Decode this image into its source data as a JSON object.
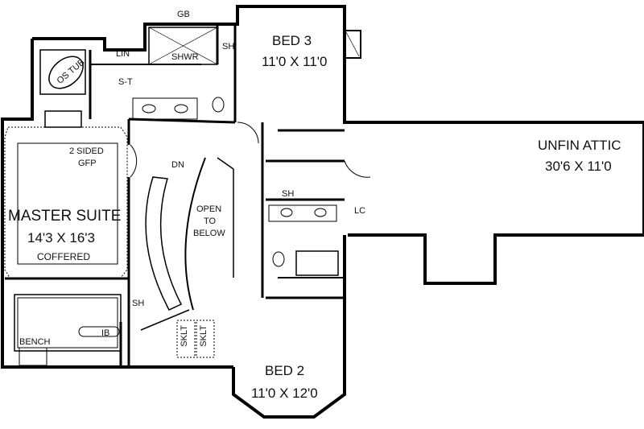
{
  "rooms": {
    "bed3": {
      "name": "BED 3",
      "dims": "11'0 X 11'0"
    },
    "bed2": {
      "name": "BED 2",
      "dims": "11'0 X 12'0"
    },
    "attic": {
      "name": "UNFIN ATTIC",
      "dims": "30'6 X 11'0"
    },
    "master": {
      "name": "MASTER SUITE",
      "dims": "14'3 X 16'3",
      "note": "COFFERED"
    }
  },
  "labels": {
    "gb": "GB",
    "shwr": "SHWR",
    "sh": "SH",
    "lin": "LIN",
    "os_tub": "OS TUB",
    "st": "S-T",
    "gfp_1": "2 SIDED",
    "gfp_2": "GFP",
    "dn": "DN",
    "open_1": "OPEN",
    "open_2": "TO",
    "open_3": "BELOW",
    "lc": "LC",
    "ib": "IB",
    "bench": "BENCH",
    "sklt": "SKLT"
  }
}
